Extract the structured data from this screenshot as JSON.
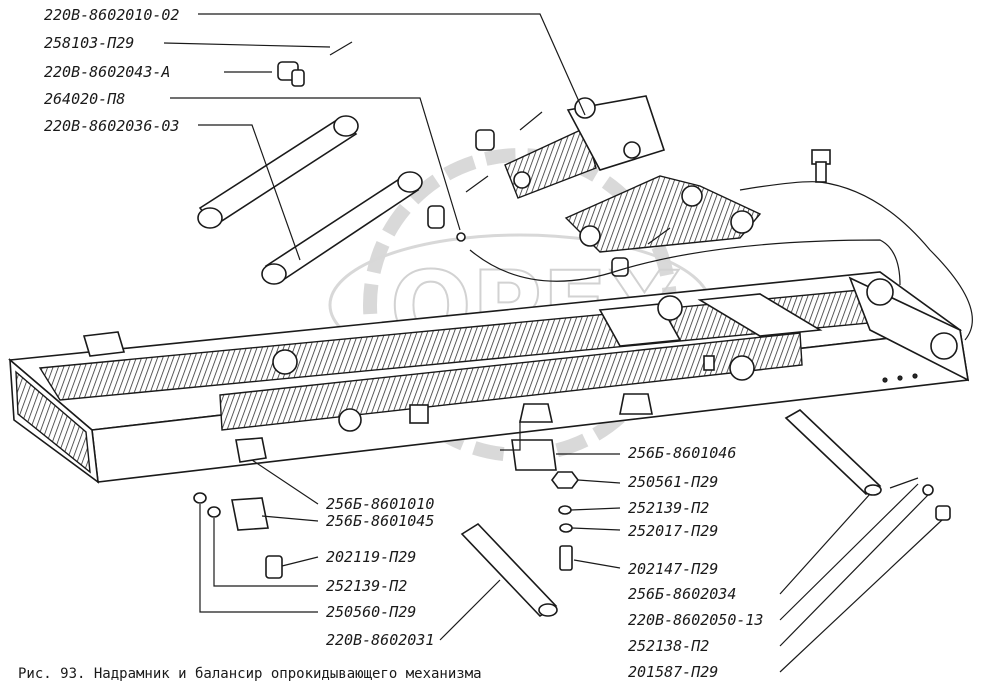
{
  "watermark": "OPEX",
  "caption": "Рис. 93. Надрамник и балансир опрокидывающего механизма",
  "labels": [
    "220В-8602010-02",
    "258103-П29",
    "220В-8602043-А",
    "264020-П8",
    "220В-8602036-03",
    "256Б-8601046",
    "250561-П29",
    "252139-П2",
    "252017-П29",
    "202147-П29",
    "256Б-8602034",
    "220В-8602050-13",
    "252138-П2",
    "201587-П29",
    "256Б-8601010",
    "256Б-8601045",
    "202119-П29",
    "252139-П2",
    "250560-П29",
    "220В-8602031"
  ]
}
